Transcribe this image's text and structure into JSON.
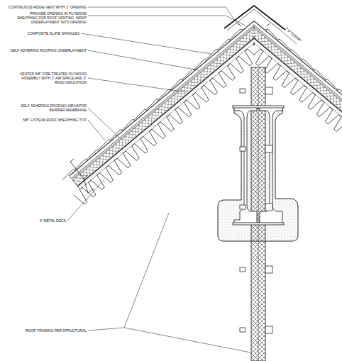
{
  "diagram": {
    "labels": [
      "CONTINUOUS RIDGE VENT WITH 1\" OPENING",
      "PROVIDE OPENING IN PLYWOOD SHEATHING FOR ROOF VENTING. WRAP UNDERLAYMENT INTO OPENING",
      "COMPOSITE SLATE SHINGLES",
      "SELF ADHERING ROOFING UNDERLAYMENT",
      "VENTED 5/8\" FIRE TREATED PLYWOOD ASSEMBLY WITH 1\" AIR SPACE AND 3\" RIGID INSULATION",
      "SELF ADHERING ROOFING AIR/VAPOR BARRIER MEMBRANE",
      "5/8\" GYPSUM ROOF SHEATHING TYP.",
      "3\" METAL DECK",
      "ROOF FRAMING PER STRUCTURAL",
      "1\" CLEAR"
    ]
  }
}
